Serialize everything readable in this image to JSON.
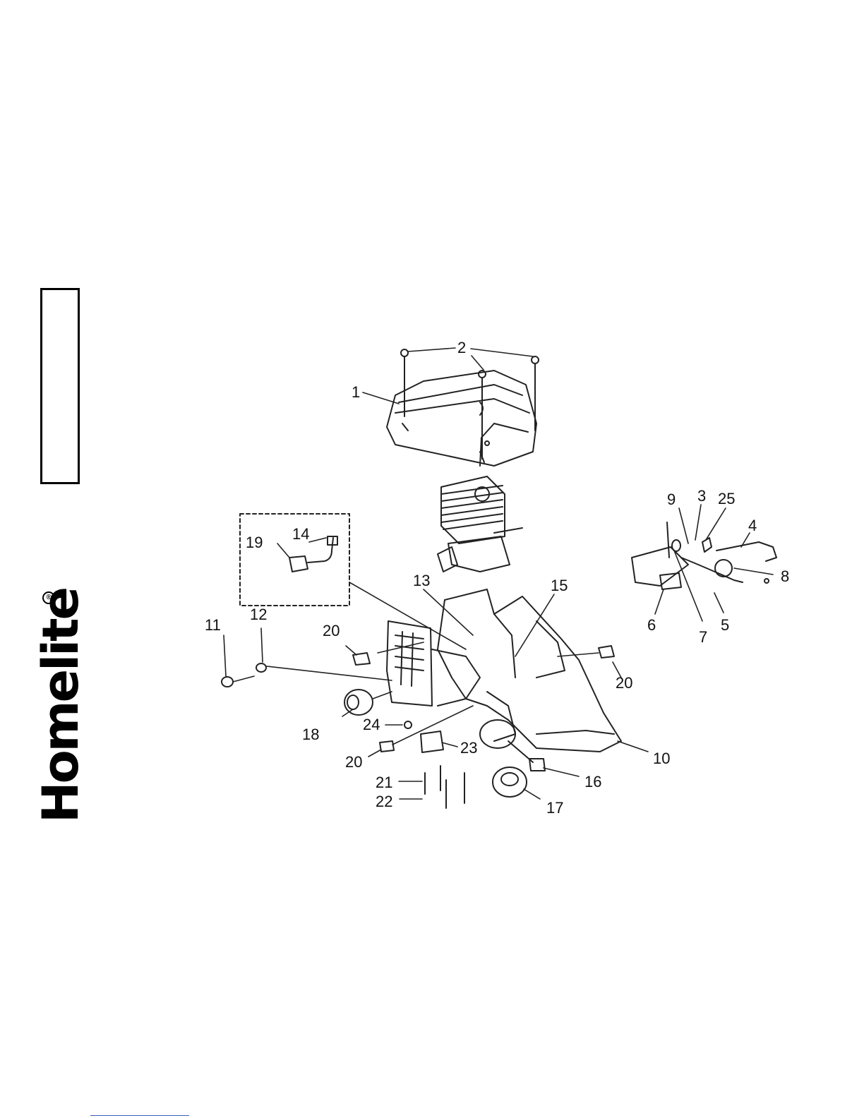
{
  "brand": {
    "logo_text": "Homelite",
    "registered_mark": "®"
  },
  "diagram": {
    "callouts": [
      {
        "id": "c1",
        "label": "1"
      },
      {
        "id": "c2",
        "label": "2"
      },
      {
        "id": "c3",
        "label": "3"
      },
      {
        "id": "c25",
        "label": "25"
      },
      {
        "id": "c9",
        "label": "9"
      },
      {
        "id": "c4",
        "label": "4"
      },
      {
        "id": "c8",
        "label": "8"
      },
      {
        "id": "c6",
        "label": "6"
      },
      {
        "id": "c7",
        "label": "7"
      },
      {
        "id": "c5",
        "label": "5"
      },
      {
        "id": "c19",
        "label": "19"
      },
      {
        "id": "c14",
        "label": "14"
      },
      {
        "id": "c13",
        "label": "13"
      },
      {
        "id": "c15",
        "label": "15"
      },
      {
        "id": "c11",
        "label": "11"
      },
      {
        "id": "c12",
        "label": "12"
      },
      {
        "id": "c20a",
        "label": "20"
      },
      {
        "id": "c20b",
        "label": "20"
      },
      {
        "id": "c20c",
        "label": "20"
      },
      {
        "id": "c18",
        "label": "18"
      },
      {
        "id": "c24",
        "label": "24"
      },
      {
        "id": "c23",
        "label": "23"
      },
      {
        "id": "c10",
        "label": "10"
      },
      {
        "id": "c16",
        "label": "16"
      },
      {
        "id": "c17",
        "label": "17"
      },
      {
        "id": "c21",
        "label": "21"
      },
      {
        "id": "c22",
        "label": "22"
      }
    ]
  }
}
